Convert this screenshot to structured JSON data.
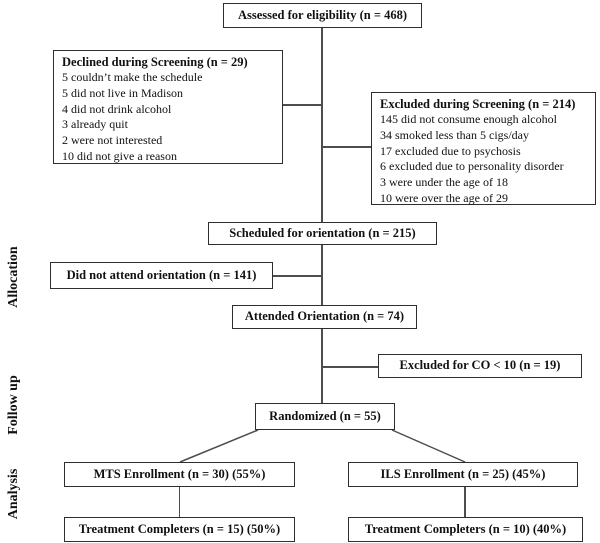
{
  "figure": {
    "type": "consort-participant-flow-diagram",
    "colors": {
      "background": "#ffffff",
      "box_border": "#2e2e2e",
      "connector_line": "#4d4d4d",
      "text": "#111111"
    }
  },
  "side_labels": [
    {
      "label": "Allocation"
    },
    {
      "label": "Follow up"
    },
    {
      "label": "Analysis"
    }
  ],
  "boxes": {
    "assessed": {
      "title": "Assessed for eligibility (n = 468)"
    },
    "declined": {
      "title": "Declined during Screening (n = 29)",
      "items": [
        "5 couldn’t make the schedule",
        "5 did not live in Madison",
        "4 did not drink alcohol",
        "3 already quit",
        "2 were not interested",
        "10 did not give a reason"
      ]
    },
    "excluded_screening": {
      "title": "Excluded during Screening (n = 214)",
      "items": [
        "145 did not consume enough alcohol",
        "34 smoked less than 5 cigs/day",
        "17 excluded due to psychosis",
        "6 excluded due to personality disorder",
        "3 were under the age of 18",
        "10 were over the age of 29"
      ]
    },
    "scheduled": {
      "title": "Scheduled for orientation (n = 215)"
    },
    "did_not_attend": {
      "title": "Did not attend orientation (n = 141)"
    },
    "attended": {
      "title": "Attended Orientation (n = 74)"
    },
    "excluded_co": {
      "title": "Excluded for CO < 10 (n = 19)"
    },
    "randomized": {
      "title": "Randomized (n = 55)"
    },
    "mts_enrollment": {
      "title": "MTS Enrollment (n = 30) (55%)"
    },
    "ils_enrollment": {
      "title": "ILS Enrollment (n = 25) (45%)"
    },
    "mts_completers": {
      "title": "Treatment Completers (n = 15) (50%)"
    },
    "ils_completers": {
      "title": "Treatment Completers (n = 10) (40%)"
    }
  }
}
